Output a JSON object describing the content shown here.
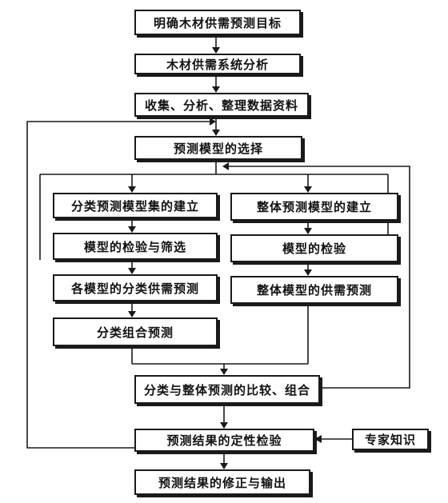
{
  "diagram": {
    "nodes": {
      "goal": "明确木材供需预测目标",
      "analysis": "木材供需系统分析",
      "collect": "收集、分析、整理数据资料",
      "select_model": "预测模型的选择",
      "class_model_build": "分类预测模型集的建立",
      "class_model_check": "模型的检验与筛选",
      "class_forecast": "各模型的分类供需预测",
      "class_combine": "分类组合预测",
      "whole_model_build": "整体预测模型的建立",
      "whole_model_check": "模型的检验",
      "whole_forecast": "整体模型的供需预测",
      "compare": "分类与整体预测的比较、组合",
      "qualitative_check": "预测结果的定性检验",
      "expert": "专家知识",
      "output": "预测结果的修正与输出"
    }
  }
}
